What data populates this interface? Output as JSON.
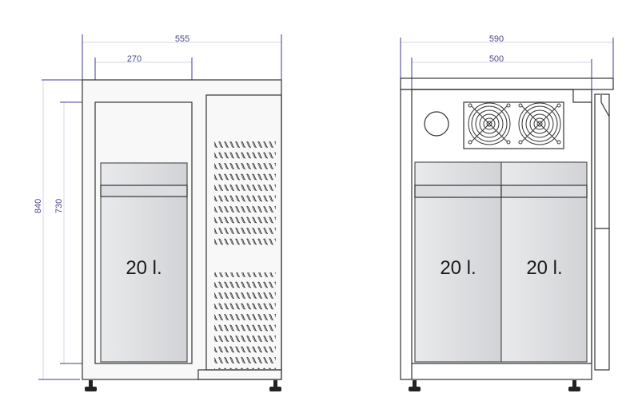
{
  "title": "Cabinet dimension drawing",
  "left_view": {
    "width_outer": "555",
    "width_inner": "270",
    "height_outer": "840",
    "height_inner": "730",
    "containers": [
      "20 l."
    ]
  },
  "right_view": {
    "width_outer": "590",
    "width_inner": "500",
    "containers": [
      "20 l.",
      "20 l."
    ]
  },
  "colors": {
    "dimension": "#4a4a8a",
    "outline": "#333333",
    "container": "#d8d9dc"
  }
}
